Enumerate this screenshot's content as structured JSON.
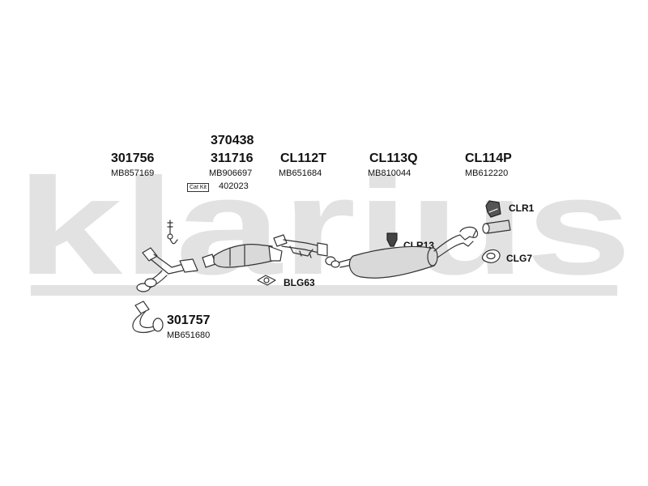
{
  "watermark": "klarius",
  "groups": [
    {
      "code": "301756",
      "oem": "MB857169"
    },
    {
      "code_top": "370438",
      "code": "311716",
      "oem": "MB906697"
    },
    {
      "code": "CL112T",
      "oem": "MB651684"
    },
    {
      "code": "CL113Q",
      "oem": "MB810044"
    },
    {
      "code": "CL114P",
      "oem": "MB612220"
    }
  ],
  "cat_kit": {
    "label": "Cat Kit",
    "number": "402023"
  },
  "lower_group": {
    "code": "301757",
    "oem": "MB651680"
  },
  "fittings": {
    "clr1": "CLR1",
    "clr13": "CLR13",
    "clg7": "CLG7",
    "blg63": "BLG63"
  },
  "colors": {
    "watermark": "#e2e2e2",
    "line": "#333333",
    "part_fill": "#d9d9d9"
  }
}
